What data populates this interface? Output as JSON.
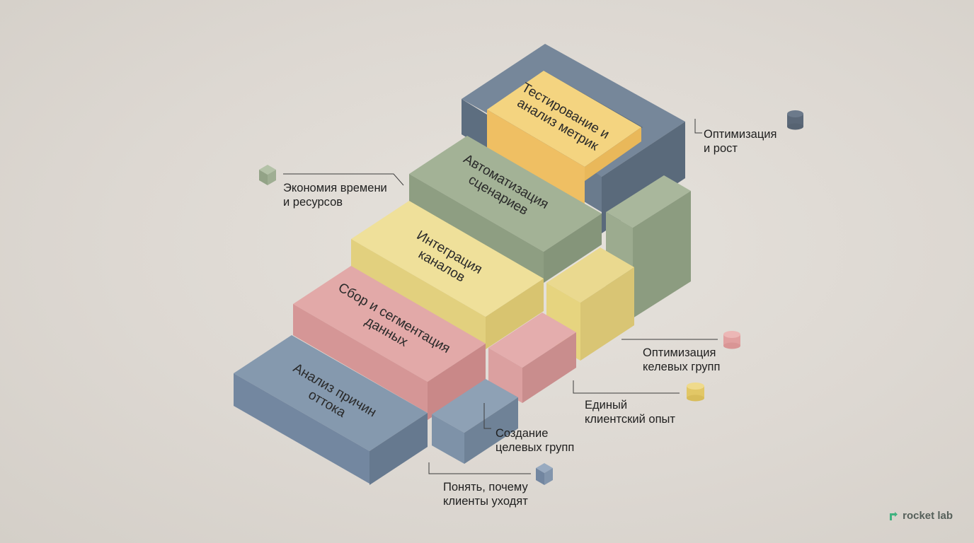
{
  "steps": [
    {
      "id": "step-1",
      "label": "Анализ причин оттока",
      "color": "#7f93a9"
    },
    {
      "id": "step-2",
      "label": "Сбор и сегментация данных",
      "color": "#d9a0a0"
    },
    {
      "id": "step-3",
      "label": "Интеграция каналов",
      "color": "#e3d38a"
    },
    {
      "id": "step-4",
      "label": "Автоматизация сценариев",
      "color": "#9aaa8c"
    },
    {
      "id": "step-5",
      "label": "Тестирование и анализ метрик",
      "color": "#f2cd72"
    }
  ],
  "callouts": {
    "understand": {
      "line1": "Понять, почему",
      "line2": "клиенты уходят"
    },
    "target_groups": {
      "line1": "Создание",
      "line2": "целевых групп"
    },
    "unified": {
      "line1": "Единый",
      "line2": "клиентский опыт"
    },
    "optimize_groups": {
      "line1": "Оптимизация",
      "line2": "келевых групп"
    },
    "economy": {
      "line1": "Экономия времени",
      "line2": "и ресурсов"
    },
    "growth": {
      "line1": "Оптимизация",
      "line2": "и рост"
    }
  },
  "colors": {
    "slate": "#6f8296",
    "rose": "#d9a0a0",
    "butter": "#e3d38a",
    "sage": "#9aaa8c",
    "amber": "#f2cd72",
    "frame": "#6b7a8a"
  },
  "logo": {
    "text": "rocket lab",
    "icon": "rocket-lab-logo-icon"
  }
}
